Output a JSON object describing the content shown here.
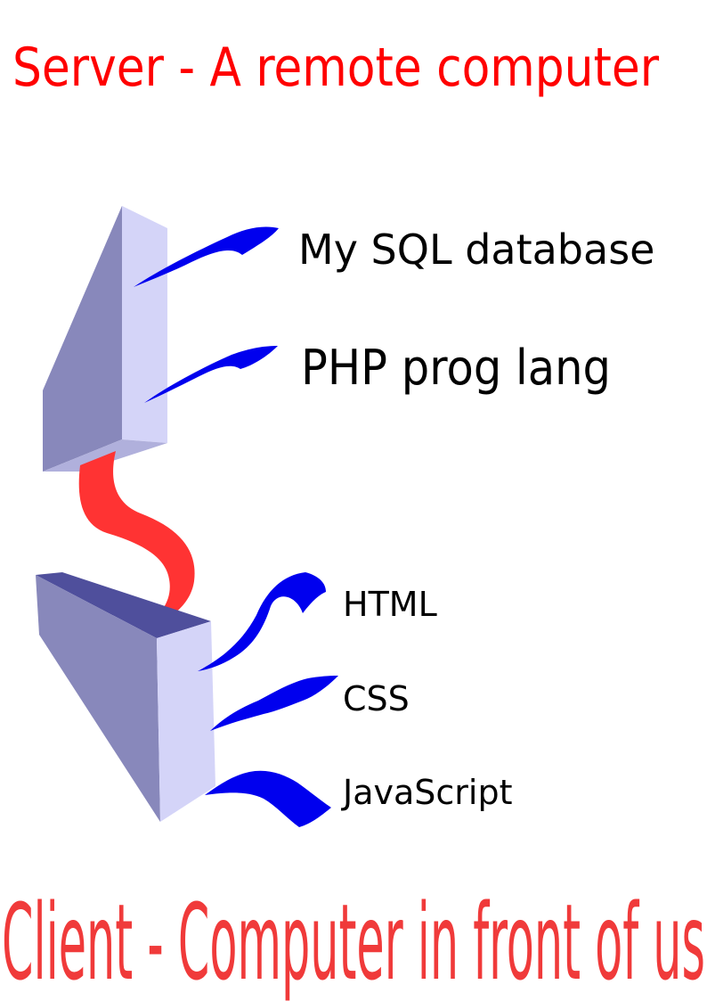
{
  "server_title": "Server - A remote computer",
  "client_title": "Client  - Computer in front of us",
  "server_labels": {
    "database": "My SQL database",
    "language": "PHP prog lang"
  },
  "client_labels": {
    "html": "HTML",
    "css": "CSS",
    "javascript": "JavaScript"
  },
  "colors": {
    "title": "#ff0000",
    "client_title": "#f03a3a",
    "block_dark": "#8888bb",
    "block_light": "#d4d4f8",
    "block_top": "#4f4f9c",
    "connector": "#ff3333",
    "stroke": "#0000ee"
  }
}
